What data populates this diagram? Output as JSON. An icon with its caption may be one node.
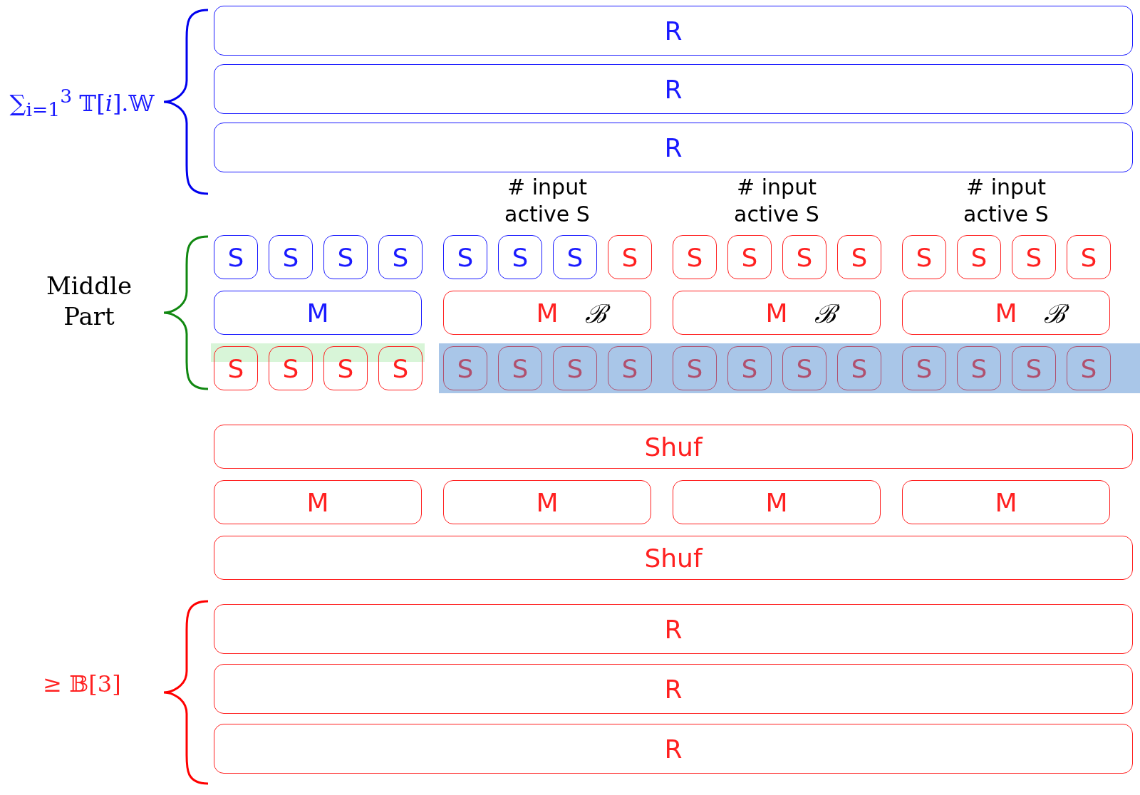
{
  "diagram": {
    "nodes": [
      {
        "text": [
          "R"
        ]
      },
      {
        "text": [
          "R"
        ]
      },
      {
        "text": [
          "R"
        ]
      },
      {
        "text": [
          "S"
        ]
      },
      {
        "text": [
          "S"
        ]
      },
      {
        "text": [
          "S"
        ]
      },
      {
        "text": [
          "S"
        ]
      },
      {
        "text": [
          "S"
        ]
      },
      {
        "text": [
          "S"
        ]
      },
      {
        "text": [
          "S"
        ]
      },
      {
        "text": [
          "S"
        ]
      },
      {
        "text": [
          "S"
        ]
      },
      {
        "text": [
          "S"
        ]
      },
      {
        "text": [
          "S"
        ]
      },
      {
        "text": [
          "S"
        ]
      },
      {
        "text": [
          "S"
        ]
      },
      {
        "text": [
          "S"
        ]
      },
      {
        "text": [
          "S"
        ]
      },
      {
        "text": [
          "S"
        ]
      },
      {
        "text": [
          "M"
        ]
      },
      {
        "text": [
          "M",
          "ℬ"
        ]
      },
      {
        "text": [
          "M",
          "ℬ"
        ]
      },
      {
        "text": [
          "M",
          "ℬ"
        ]
      },
      {
        "text": [
          "S"
        ]
      },
      {
        "text": [
          "S"
        ]
      },
      {
        "text": [
          "S"
        ]
      },
      {
        "text": [
          "S"
        ]
      },
      {
        "text": [
          "S"
        ]
      },
      {
        "text": [
          "S"
        ]
      },
      {
        "text": [
          "S"
        ]
      },
      {
        "text": [
          "S"
        ]
      },
      {
        "text": [
          "S"
        ]
      },
      {
        "text": [
          "S"
        ]
      },
      {
        "text": [
          "S"
        ]
      },
      {
        "text": [
          "S"
        ]
      },
      {
        "text": [
          "S"
        ]
      },
      {
        "text": [
          "S"
        ]
      },
      {
        "text": [
          "S"
        ]
      },
      {
        "text": [
          "S"
        ]
      },
      {
        "text": [
          "Shuf"
        ]
      },
      {
        "text": [
          "M"
        ]
      },
      {
        "text": [
          "M"
        ]
      },
      {
        "text": [
          "M"
        ]
      },
      {
        "text": [
          "M"
        ]
      },
      {
        "text": [
          "Shuf"
        ]
      },
      {
        "text": [
          "R"
        ]
      },
      {
        "text": [
          "R"
        ]
      },
      {
        "text": [
          "R"
        ]
      }
    ],
    "labels": [
      "∑$_{i=1}$$^{3}$ 𝕋[*i*].𝕎",
      "# input active S",
      "# input active S",
      "# input active S",
      "Middle Part",
      "≥ 𝔹[3]"
    ]
  }
}
